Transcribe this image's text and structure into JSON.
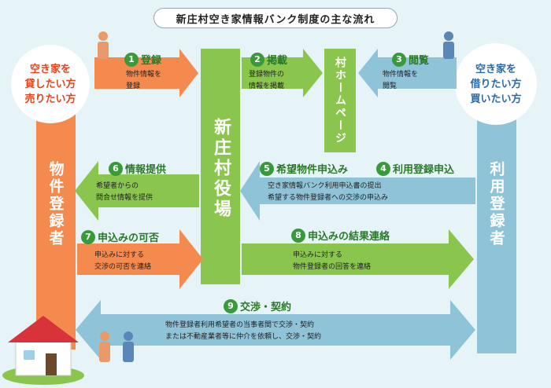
{
  "title": "新庄村空き家情報バンク制度の主な流れ",
  "left_party": {
    "lines": [
      "空き家を",
      "貸したい方",
      "売りたい方"
    ],
    "color": "#e8431a"
  },
  "right_party": {
    "lines": [
      "空き家を",
      "借りたい方",
      "買いたい方"
    ],
    "color": "#2a6aa8"
  },
  "left_bar_label": "物件登録者",
  "right_bar_label": "利用登録者",
  "center_label": "新庄村役場",
  "homepage_label": "村ホームページ",
  "colors": {
    "orange": "#f58a4e",
    "green": "#8ac64e",
    "green_dark": "#6cae3a",
    "blue": "#8fc3d8",
    "step_green": "#3a9a3a",
    "step_text": "#2a7a2a"
  },
  "steps": [
    {
      "num": "1",
      "label": "登録",
      "desc": [
        "物件情報を",
        "登録"
      ]
    },
    {
      "num": "2",
      "label": "掲載",
      "desc": [
        "登録物件の",
        "情報を掲載"
      ]
    },
    {
      "num": "3",
      "label": "閲覧",
      "desc": [
        "物件情報を",
        "閲覧"
      ]
    },
    {
      "num": "4",
      "label": "利用登録申込",
      "desc": []
    },
    {
      "num": "5",
      "label": "希望物件申込み",
      "desc": [
        "空き家情報バンク利用申込書の提出",
        "希望する物件登録者への交渉の申込み"
      ]
    },
    {
      "num": "6",
      "label": "情報提供",
      "desc": [
        "希望者からの",
        "問合せ情報を提供"
      ]
    },
    {
      "num": "7",
      "label": "申込みの可否",
      "desc": [
        "申込みに対する",
        "交渉の可否を連絡"
      ]
    },
    {
      "num": "8",
      "label": "申込みの結果連絡",
      "desc": [
        "申込みに対する",
        "物件登録者の回答を連絡"
      ]
    },
    {
      "num": "9",
      "label": "交渉・契約",
      "desc": [
        "物件登録者利用希望者の当事者間で交渉・契約",
        "または不動産業者等に仲介を依頼し、交渉・契約"
      ]
    }
  ]
}
